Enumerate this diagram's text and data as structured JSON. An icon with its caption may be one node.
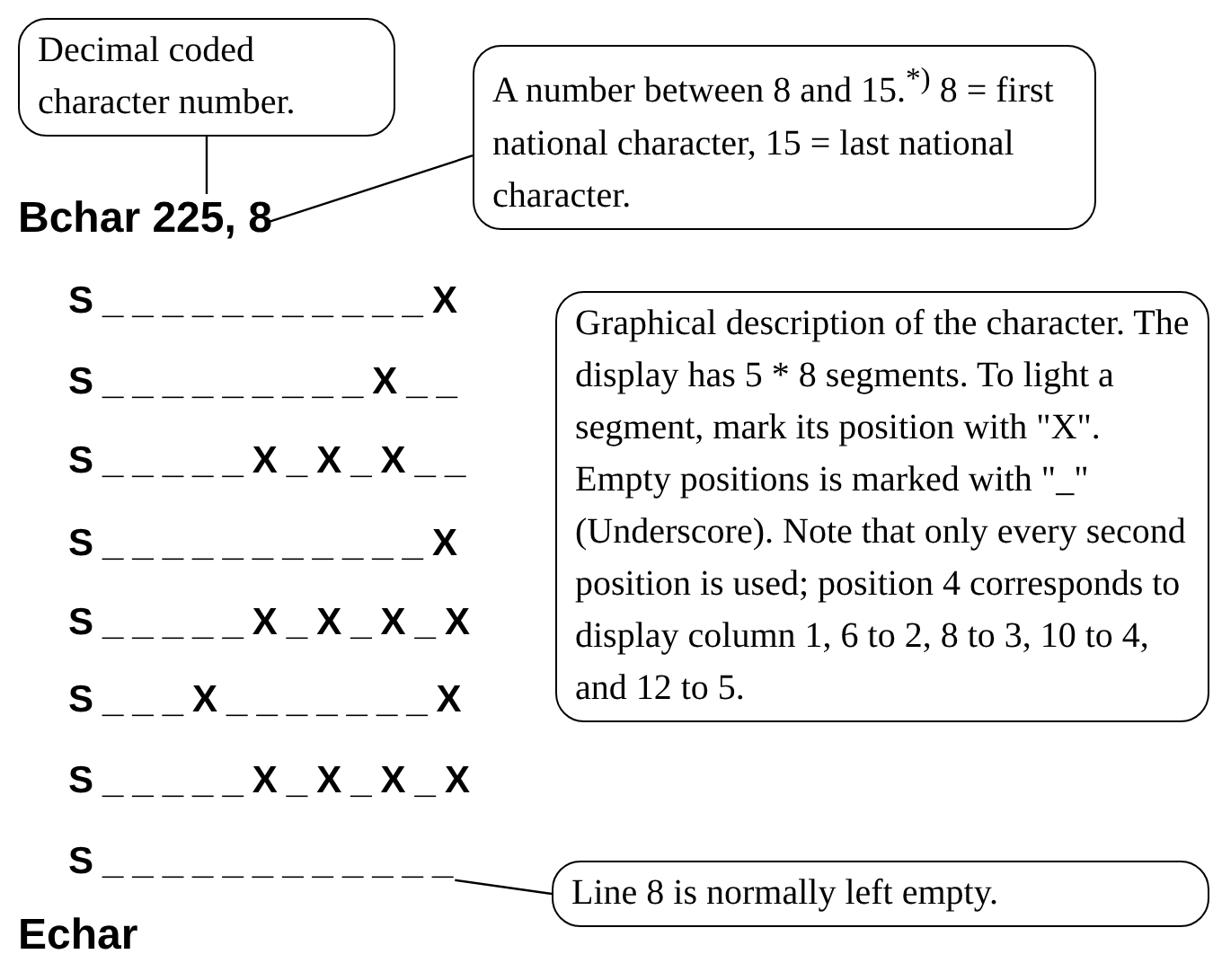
{
  "diagram": {
    "nodes": [
      {
        "text": [
          "Decimal coded character number."
        ]
      },
      {
        "text": [
          "A number between 8 and 15.$^{*)}$ 8 = first national character, 15 = last national character."
        ]
      },
      {
        "text": [
          "Bchar 225, 8"
        ]
      },
      {
        "text": [
          "Graphical description of the character. The display has 5 * 8 segments. To light a segment, mark its position with \"X\". Empty positions is marked with \"_\" (Underscore). Note that only every second position is used; position 4 corresponds to display column 1, 6 to 2, 8 to 3, 10 to 4, and 12 to 5."
        ]
      },
      {
        "text": [
          "S____________"
        ]
      },
      {
        "text": [
          "Line 8 is normally left empty."
        ]
      }
    ],
    "edges": [
      {
        "from": 0,
        "to": 2,
        "arrow": "none"
      },
      {
        "from": 1,
        "to": 2,
        "arrow": "none"
      },
      {
        "from": 4,
        "to": 5,
        "arrow": "none"
      }
    ],
    "labels": [
      "S___________X",
      "S_________X__",
      "S_____X_X_X__",
      "S___________X",
      "S_____X_X_X_X",
      "S___X_______X",
      "S_____X_X_X_X",
      "Echar"
    ]
  }
}
